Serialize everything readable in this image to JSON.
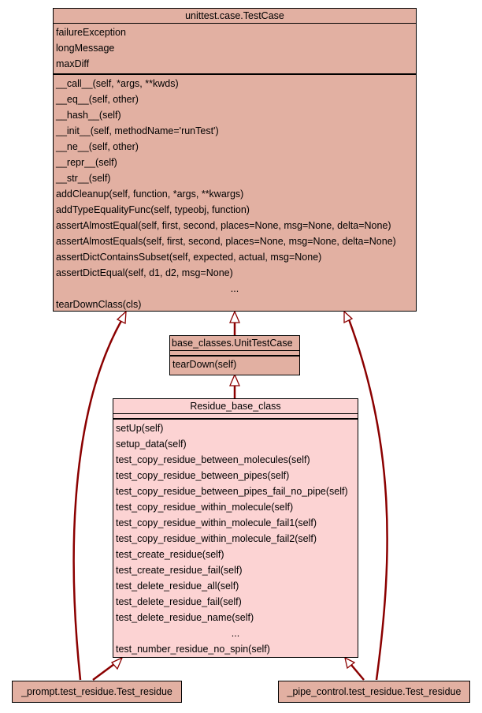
{
  "classes": {
    "testcase": {
      "name": "unittest.case.TestCase",
      "attributes": [
        "failureException",
        "longMessage",
        "maxDiff"
      ],
      "methods": [
        "__call__(self, *args, **kwds)",
        "__eq__(self, other)",
        "__hash__(self)",
        "__init__(self, methodName='runTest')",
        "__ne__(self, other)",
        "__repr__(self)",
        "__str__(self)",
        "addCleanup(self, function, *args, **kwargs)",
        "addTypeEqualityFunc(self, typeobj, function)",
        "assertAlmostEqual(self, first, second, places=None, msg=None, delta=None)",
        "assertAlmostEquals(self, first, second, places=None, msg=None, delta=None)",
        "assertDictContainsSubset(self, expected, actual, msg=None)",
        "assertDictEqual(self, d1, d2, msg=None)",
        "...",
        "tearDownClass(cls)"
      ]
    },
    "unittestcase": {
      "name": "base_classes.UnitTestCase",
      "attributes": [],
      "methods": [
        "tearDown(self)"
      ]
    },
    "residue_base": {
      "name": "Residue_base_class",
      "attributes": [],
      "methods": [
        "setUp(self)",
        "setup_data(self)",
        "test_copy_residue_between_molecules(self)",
        "test_copy_residue_between_pipes(self)",
        "test_copy_residue_between_pipes_fail_no_pipe(self)",
        "test_copy_residue_within_molecule(self)",
        "test_copy_residue_within_molecule_fail1(self)",
        "test_copy_residue_within_molecule_fail2(self)",
        "test_create_residue(self)",
        "test_create_residue_fail(self)",
        "test_delete_residue_all(self)",
        "test_delete_residue_fail(self)",
        "test_delete_residue_name(self)",
        "...",
        "test_number_residue_no_spin(self)"
      ]
    },
    "prompt_test": {
      "name": "_prompt.test_residue.Test_residue"
    },
    "pipe_test": {
      "name": "_pipe_control.test_residue.Test_residue"
    }
  },
  "colors": {
    "edge": "#8b0000",
    "dark_fill": "#e2b0a2",
    "light_fill": "#fcd3d3"
  }
}
